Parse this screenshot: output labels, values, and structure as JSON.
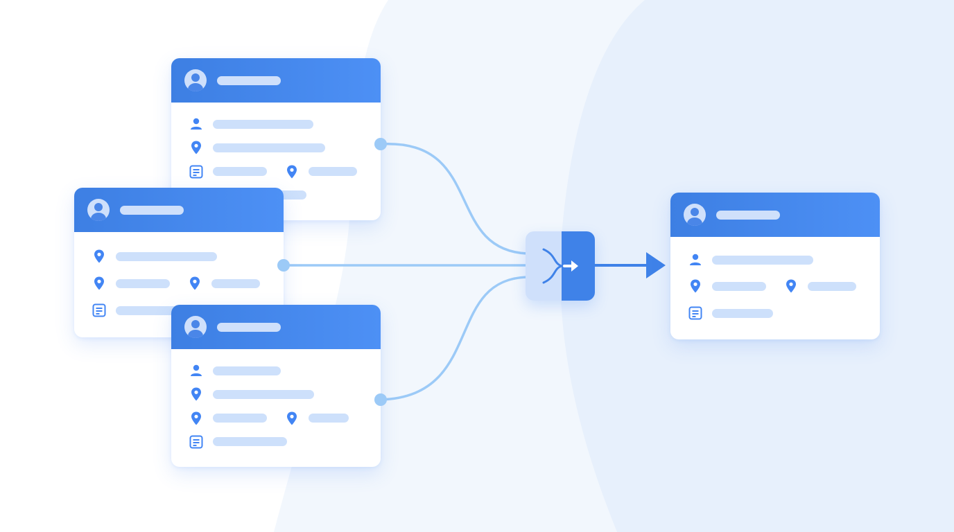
{
  "colors": {
    "accent": "#4285F4",
    "header": "#4a8ff0",
    "placeholder_bar": "#cde0fb",
    "connector": "#9ccaf7",
    "background_blob": "#eef5fd"
  },
  "diagram": {
    "kind": "record-merge-flow",
    "source_cards": [
      {
        "id": "source-card-1",
        "fields": [
          "person-icon",
          "location-pin-icon",
          "document-icon",
          "location-pin-icon"
        ]
      },
      {
        "id": "source-card-2",
        "fields": [
          "location-pin-icon",
          "location-pin-icon",
          "location-pin-icon",
          "document-icon"
        ]
      },
      {
        "id": "source-card-3",
        "fields": [
          "person-icon",
          "location-pin-icon",
          "location-pin-icon",
          "location-pin-icon",
          "document-icon"
        ]
      }
    ],
    "merge_node_icon": "merge-arrow-icon",
    "output_card": {
      "id": "merged-card",
      "fields": [
        "person-icon",
        "location-pin-icon",
        "location-pin-icon",
        "document-icon"
      ]
    }
  }
}
